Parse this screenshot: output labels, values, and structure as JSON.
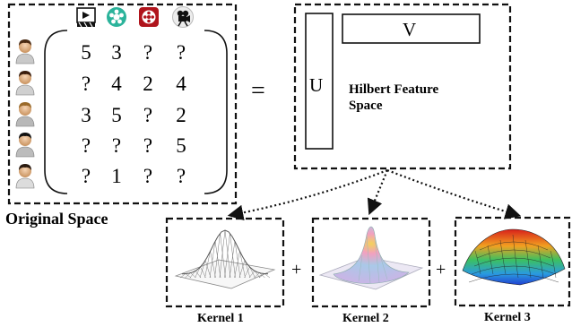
{
  "original_space": {
    "label": "Original Space",
    "item_icons": [
      "film-clapper-icon",
      "film-reel-icon",
      "red-film-reel-icon",
      "movie-camera-icon"
    ],
    "user_icons": [
      "user-avatar-icon",
      "user-avatar-icon",
      "user-avatar-icon",
      "user-avatar-icon",
      "user-avatar-icon"
    ],
    "matrix": [
      [
        "5",
        "3",
        "?",
        "?"
      ],
      [
        "?",
        "4",
        "2",
        "4"
      ],
      [
        "3",
        "5",
        "?",
        "2"
      ],
      [
        "?",
        "?",
        "?",
        "5"
      ],
      [
        "?",
        "1",
        "?",
        "?"
      ]
    ]
  },
  "equals_sign": "=",
  "factorization": {
    "u_label": "U",
    "v_label": "V",
    "feature_space_line1": "Hilbert Feature",
    "feature_space_line2": "Space"
  },
  "kernels": [
    {
      "label": "Kernel 1",
      "style": "wireframe-gaussian"
    },
    {
      "label": "Kernel 2",
      "style": "colored-sharp-gaussian"
    },
    {
      "label": "Kernel 3",
      "style": "colored-dome"
    }
  ],
  "plus_sign": "+",
  "colors": {
    "kernel1_mesh": "#9a9a9a",
    "kernel2_top": "#e0c060",
    "kernel2_mid": "#a9c9e8",
    "kernel3_top": "#e03020",
    "kernel3_mid": "#40c070",
    "kernel3_low": "#3060e0",
    "reel_red": "#b0141c",
    "reel_teal": "#2bb39b"
  }
}
